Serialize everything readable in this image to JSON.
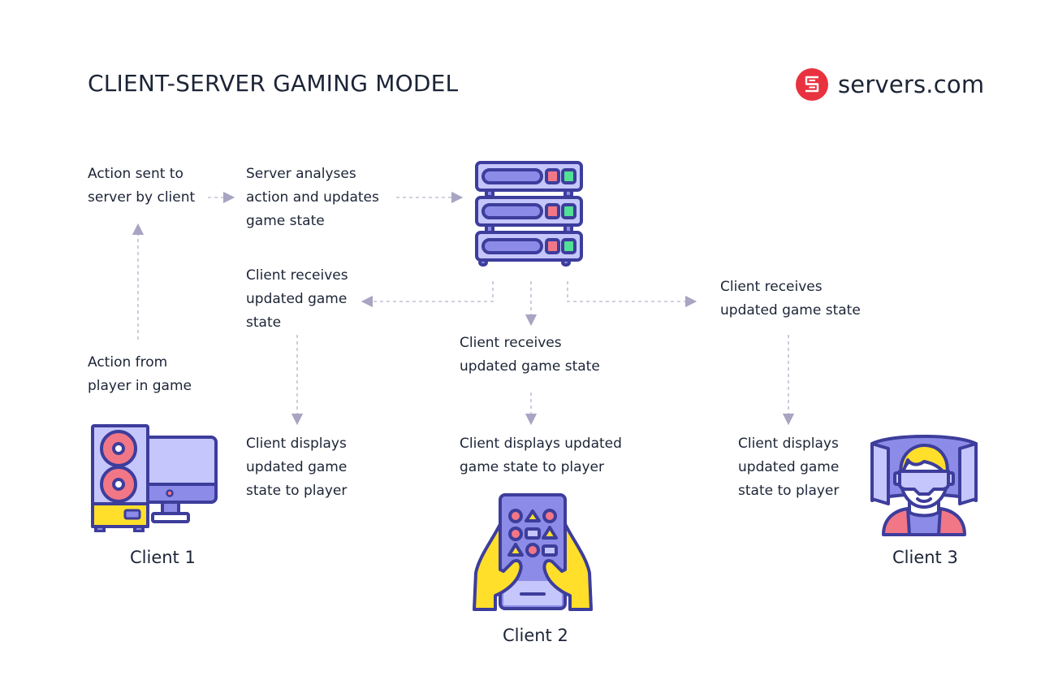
{
  "header": {
    "title": "CLIENT-SERVER GAMING MODEL",
    "brand": {
      "name": "servers.com",
      "icon": "servers-com-logo-icon",
      "color": "#e8323f"
    }
  },
  "colors": {
    "outline": "#3d3d9c",
    "fill_light": "#c5c6fb",
    "fill_mid": "#8c8ce8",
    "pink": "#f27786",
    "green": "#52e095",
    "yellow": "#ffdf2a",
    "arrow": "#a7a5c2",
    "text": "#1c2436"
  },
  "steps": {
    "action_sent": "Action sent to\nserver by client",
    "server_analyses": "Server analyses\naction and updates\ngame state",
    "action_from_player": "Action from\nplayer in game",
    "receives_1": "Client receives\nupdated game\nstate",
    "receives_2": "Client receives\nupdated game state",
    "receives_3": "Client receives\nupdated game state",
    "displays_1": "Client displays\nupdated game\nstate to player",
    "displays_2": "Client displays updated\ngame state to player",
    "displays_3": "Client displays\nupdated game\nstate to player"
  },
  "nodes": {
    "server": {
      "icon": "server-rack-icon"
    },
    "client1": {
      "label": "Client 1",
      "icon": "desktop-computer-icon"
    },
    "client2": {
      "label": "Client 2",
      "icon": "handheld-gamepad-icon"
    },
    "client3": {
      "label": "Client 3",
      "icon": "vr-headset-player-icon"
    }
  }
}
